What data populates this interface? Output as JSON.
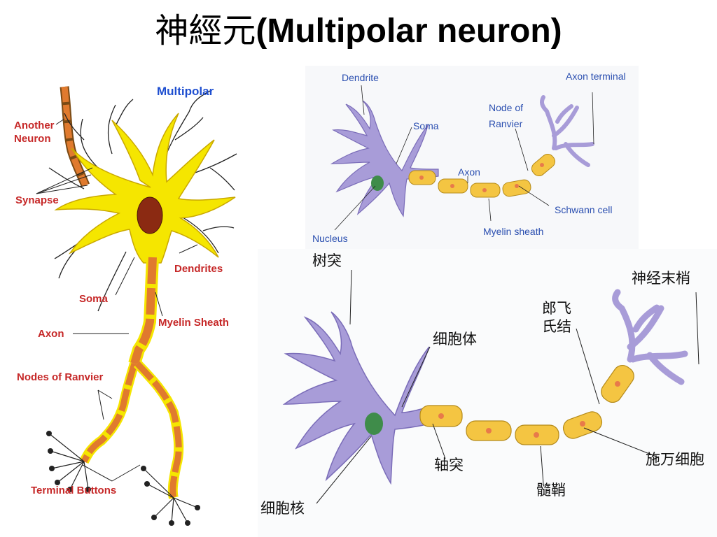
{
  "title": {
    "zh": "神經元",
    "en": "(Multipolar neuron)"
  },
  "left_diagram": {
    "heading": "Multipolar",
    "labels": {
      "another_neuron_1": "Another",
      "another_neuron_2": "Neuron",
      "synapse": "Synapse",
      "dendrites": "Dendrites",
      "soma": "Soma",
      "myelin_sheath": "Myelin Sheath",
      "axon": "Axon",
      "nodes_of_ranvier": "Nodes of Ranvier",
      "terminal_buttons": "Terminal Buttons"
    }
  },
  "english_diagram": {
    "labels": {
      "dendrite": "Dendrite",
      "axon_terminal": "Axon terminal",
      "soma": "Soma",
      "node_of_ranvier_1": "Node of",
      "node_of_ranvier_2": "Ranvier",
      "axon": "Axon",
      "schwann_cell": "Schwann cell",
      "nucleus": "Nucleus",
      "myelin_sheath": "Myelin sheath"
    }
  },
  "chinese_diagram": {
    "labels": {
      "dendrite": "树突",
      "axon_terminal": "神经末梢",
      "node_1": "郎飞",
      "node_2": "氏结",
      "soma": "细胞体",
      "axon": "轴突",
      "schwann_cell": "施万细胞",
      "myelin_sheath": "髓鞘",
      "nucleus": "细胞核"
    }
  },
  "colors": {
    "left_neuron": "#f5e600",
    "left_neuron_outline": "#c9a800",
    "left_nucleus": "#8b2a12",
    "left_myelin": "#e07a2e",
    "purple_cell": "#a89cd8",
    "purple_outline": "#7a6cb8",
    "green_nucleus": "#3f8c4a",
    "schwann": "#f4c542",
    "schwann_outline": "#b48a1a",
    "schwann_nucleus": "#e87a4a",
    "label_red": "#c62828",
    "label_blue": "#2b4fb0",
    "heading_blue": "#1f4fd0"
  }
}
